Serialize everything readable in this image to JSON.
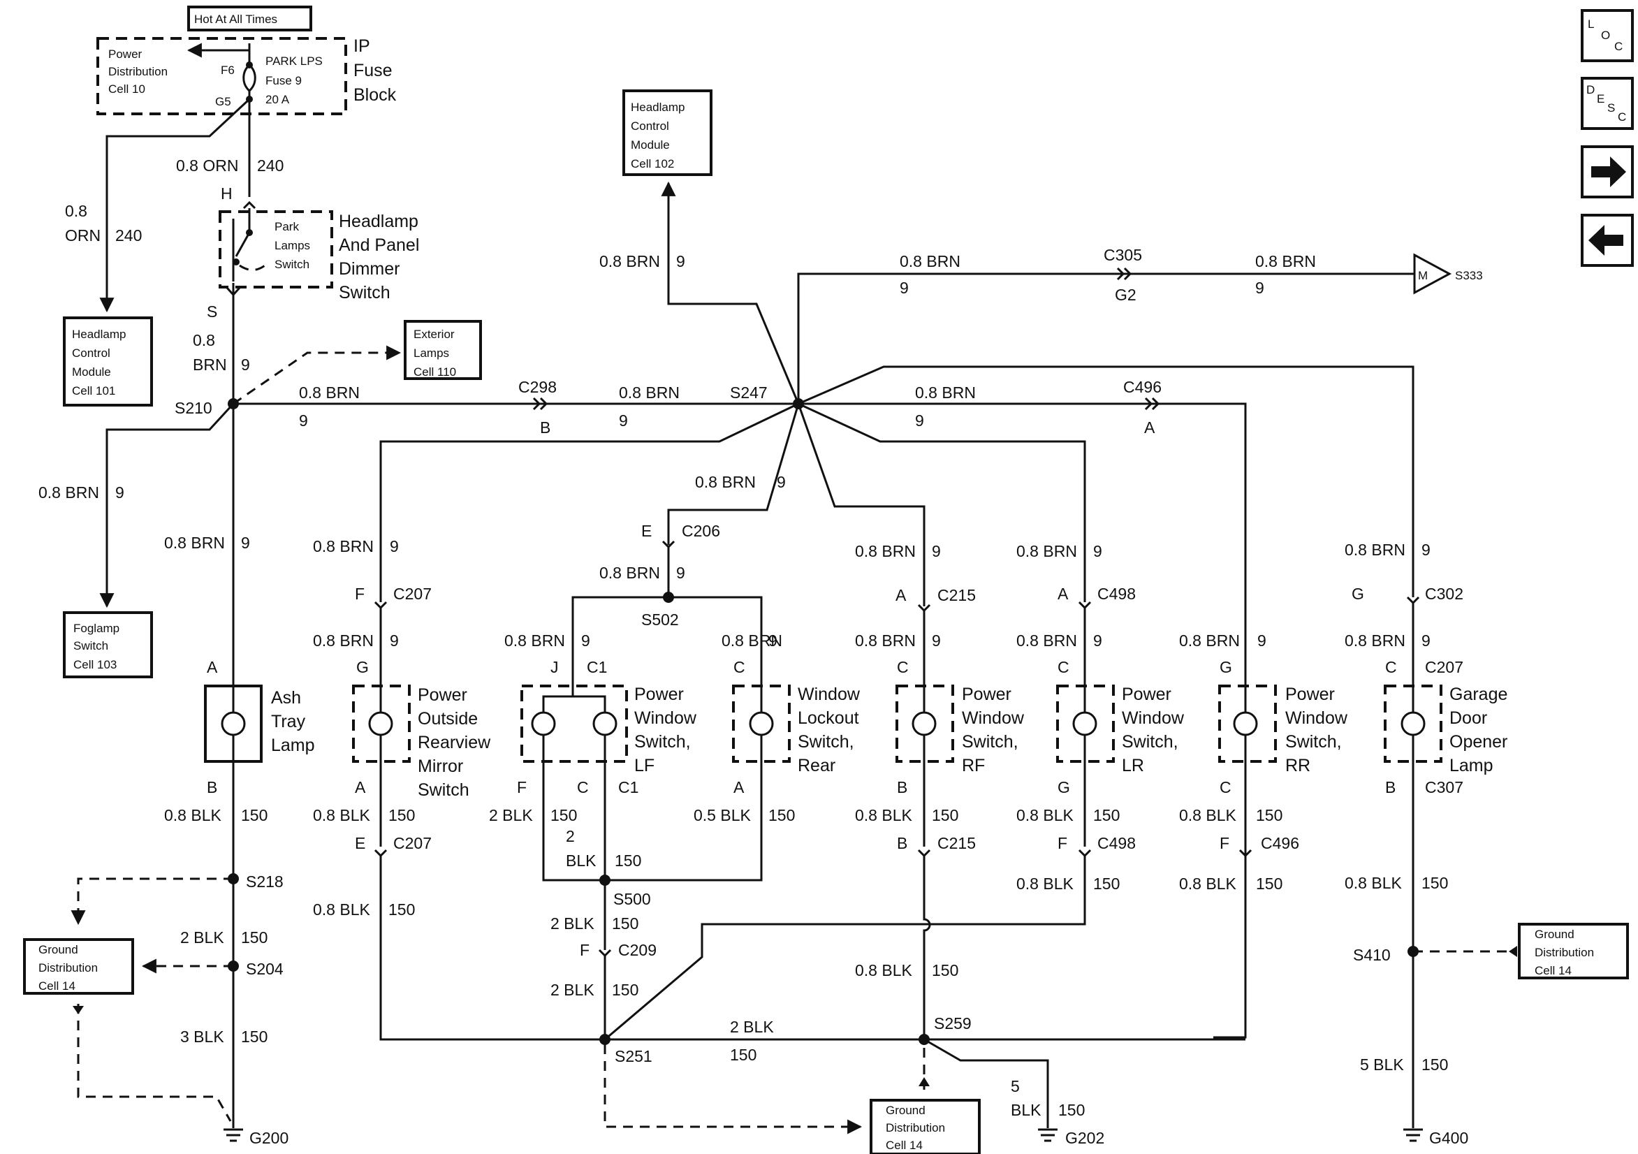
{
  "diagram": {
    "hot_at_all_times": "Hot At All Times",
    "pdc": [
      "Power",
      "Distribution",
      "Cell 10"
    ],
    "fuse": {
      "f6": "F6",
      "g5": "G5",
      "name": [
        "PARK LPS",
        "Fuse 9",
        "20 A"
      ],
      "block": [
        "IP",
        "Fuse",
        "Block"
      ]
    },
    "orn_wire": {
      "size": "0.8 ORN",
      "circuit": "240",
      "size_top": "0.8",
      "color": "ORN"
    },
    "hcm101": [
      "Headlamp",
      "Control",
      "Module",
      "Cell 101"
    ],
    "hcm102": [
      "Headlamp",
      "Control",
      "Module",
      "Cell 102"
    ],
    "exterior": [
      "Exterior",
      "Lamps",
      "Cell 110"
    ],
    "foglamp": [
      "Foglamp",
      "Switch",
      "Cell 103"
    ],
    "ground14": [
      "Ground",
      "Distribution",
      "Cell 14"
    ],
    "switch_inner": [
      "Park",
      "Lamps",
      "Switch"
    ],
    "headlamp_switch": [
      "Headlamp",
      "And Panel",
      "Dimmer",
      "Switch"
    ],
    "wire": {
      "brn": "0.8 BRN",
      "brn_top": "0.8",
      "brn_color": "BRN",
      "c9": "9",
      "blk08": "0.8 BLK",
      "blk2": "2 BLK",
      "blk3": "3 BLK",
      "blk5": "5 BLK",
      "blk05": "0.5 BLK",
      "two": "2",
      "blk": "BLK",
      "five": "5",
      "c150": "150"
    },
    "pins": {
      "H": "H",
      "S": "S",
      "A": "A",
      "B": "B",
      "C": "C",
      "E": "E",
      "F": "F",
      "G": "G",
      "J": "J"
    },
    "conn": {
      "c298": "C298",
      "c305": "C305",
      "g2": "G2",
      "c496": "C496",
      "c206": "C206",
      "c207": "C207",
      "c1": "C1",
      "c215": "C215",
      "c498": "C498",
      "c302": "C302",
      "c307": "C307",
      "c209": "C209"
    },
    "splices": {
      "s210": "S210",
      "s247": "S247",
      "s502": "S502",
      "s218": "S218",
      "s204": "S204",
      "s500": "S500",
      "s251": "S251",
      "s259": "S259",
      "s410": "S410",
      "s333": "S333"
    },
    "grounds": {
      "g200": "G200",
      "g202": "G202",
      "g400": "G400"
    },
    "motor": "M",
    "components": {
      "ash": [
        "Ash",
        "Tray",
        "Lamp"
      ],
      "mirror": [
        "Power",
        "Outside",
        "Rearview",
        "Mirror",
        "Switch"
      ],
      "pws_lf": [
        "Power",
        "Window",
        "Switch,",
        "LF"
      ],
      "lockout": [
        "Window",
        "Lockout",
        "Switch,",
        "Rear"
      ],
      "pws_rf": [
        "Power",
        "Window",
        "Switch,",
        "RF"
      ],
      "pws_lr": [
        "Power",
        "Window",
        "Switch,",
        "LR"
      ],
      "pws_rr": [
        "Power",
        "Window",
        "Switch,",
        "RR"
      ],
      "garage": [
        "Garage",
        "Door",
        "Opener",
        "Lamp"
      ]
    },
    "nav": {
      "loc": [
        "L",
        "O",
        "C"
      ],
      "desc": [
        "D",
        "E",
        "S",
        "C"
      ]
    }
  }
}
